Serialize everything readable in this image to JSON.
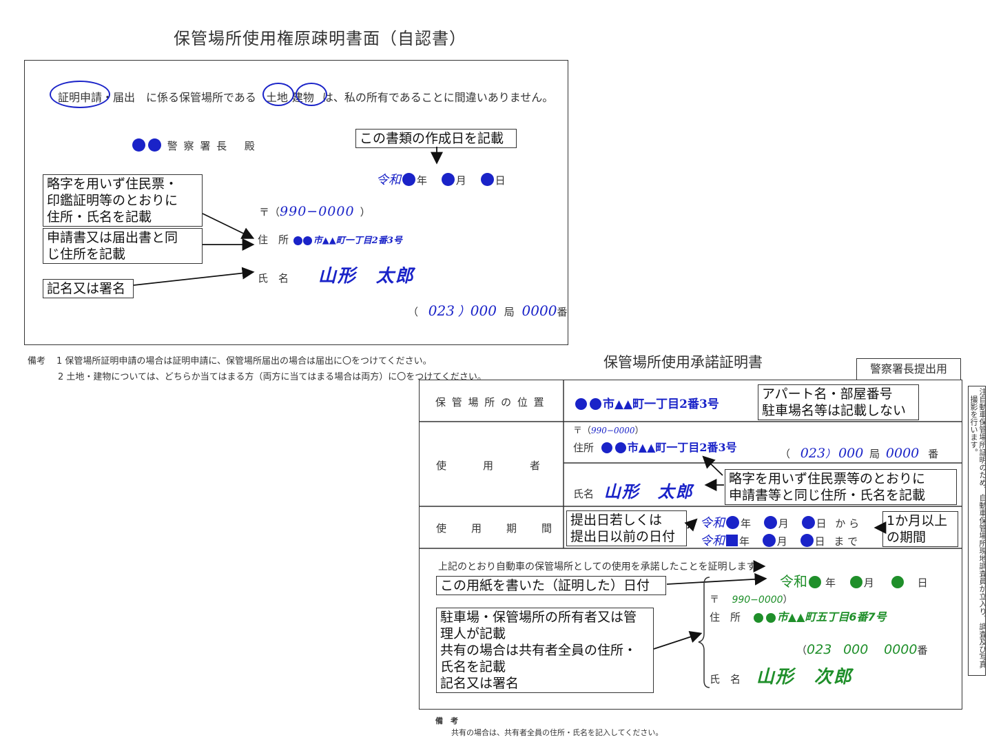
{
  "top": {
    "title": "保管場所使用権原疎明書面（自認書）",
    "statement": {
      "opt1": "証明申請",
      "sep": "・届出　に係る保管場所である",
      "opt2": "土地",
      "opt3": "建物",
      "tail": "は、私の所有であることに間違いありません。"
    },
    "police": "警 察 署 長　 殿",
    "call_date": "この書類の作成日を記載",
    "date_era": "令和",
    "year": "年",
    "month": "月",
    "day": "日",
    "postal_mark": "〒（",
    "postal_value": "990−0000",
    "postal_close": "）",
    "addr_label": "住　所",
    "addr_value": "市▲▲町一丁目2番3号",
    "name_label": "氏　名",
    "name_value": "山形　太郎",
    "phone_open": "（",
    "phone_area": "023",
    "phone_close": "）",
    "phone_local": "000",
    "phone_kyoku": "局",
    "phone_num": "0000",
    "phone_ban": "番",
    "call_fullname": "略字を用いず住民票・\n印鑑証明等のとおりに\n住所・氏名を記載",
    "call_same_addr": "申請書又は届出書と同\nじ住所を記載",
    "call_sign": "記名又は署名",
    "remarks_label": "備考",
    "remark1": "1 保管場所証明申請の場合は証明申請に、保管場所届出の場合は届出に〇をつけてください。",
    "remark2": "2 土地・建物については、どちらか当てはまる方（両方に当てはまる場合は両方）に〇をつけてください。"
  },
  "bottom": {
    "title": "保管場所使用承諾証明書",
    "submit_tag": "警察署長提出用",
    "row_location_label": "保 管 場 所 の 位 置",
    "location_value": "市▲▲町一丁目2番3号",
    "call_apartment": "アパート名・部屋番号\n駐車場名等は記載しない",
    "row_user_label": "使　　　用　　　者",
    "user_postal_mark": "〒（",
    "user_postal": "990−0000",
    "user_postal_close": "）",
    "user_addr_label": "住所",
    "user_addr_value": "市▲▲町一丁目2番3号",
    "user_phone_open": "（",
    "user_phone_area": "023",
    "user_phone_close": "）",
    "user_phone_local": "000",
    "user_phone_kyoku": "局",
    "user_phone_num": "0000",
    "user_phone_ban": "番",
    "user_name_label": "氏名",
    "user_name_value": "山形　太郎",
    "call_user_name": "略字を用いず住民票等のとおりに\n申請書等と同じ住所・氏名を記載",
    "row_period_label": "使　　用　　期　　間",
    "call_period_start": "提出日若しくは\n提出日以前の日付",
    "period_era": "令和",
    "year": "年",
    "month": "月",
    "day": "日",
    "from": "か ら",
    "until": "ま で",
    "call_period_len": "1か月以上\nの期間",
    "certify_text": "上記のとおり自動車の保管場所としての使用を承諾したことを証明します。",
    "certify_era": "令和",
    "call_cert_date": "この用紙を書いた（証明した）日付",
    "owner_postal_mark": "〒",
    "owner_postal": "990−0000",
    "owner_postal_close": "）",
    "owner_addr_label": "住　所",
    "owner_addr_value": "市▲▲町五丁目6番7号",
    "owner_phone_open": "（",
    "owner_phone_area": "023",
    "owner_phone_local": "000",
    "owner_phone_num": "0000",
    "owner_phone_ban": "番",
    "owner_name_label": "氏　名",
    "owner_name_value": "山形　次郎",
    "call_owner": "駐車場・保管場所の所有者又は管\n理人が記載\n共有の場合は共有者全員の住所・\n氏名を記載\n記名又は署名",
    "remarks_label": "備　考",
    "remark": "共有の場合は、共有者全員の住所・氏名を記入してください。",
    "side_note_head": "注",
    "side_note_body": "自動車保管場所証明のため、自動車保管場所現地調査員が立入り、調査及び写真撮影を行います。"
  }
}
